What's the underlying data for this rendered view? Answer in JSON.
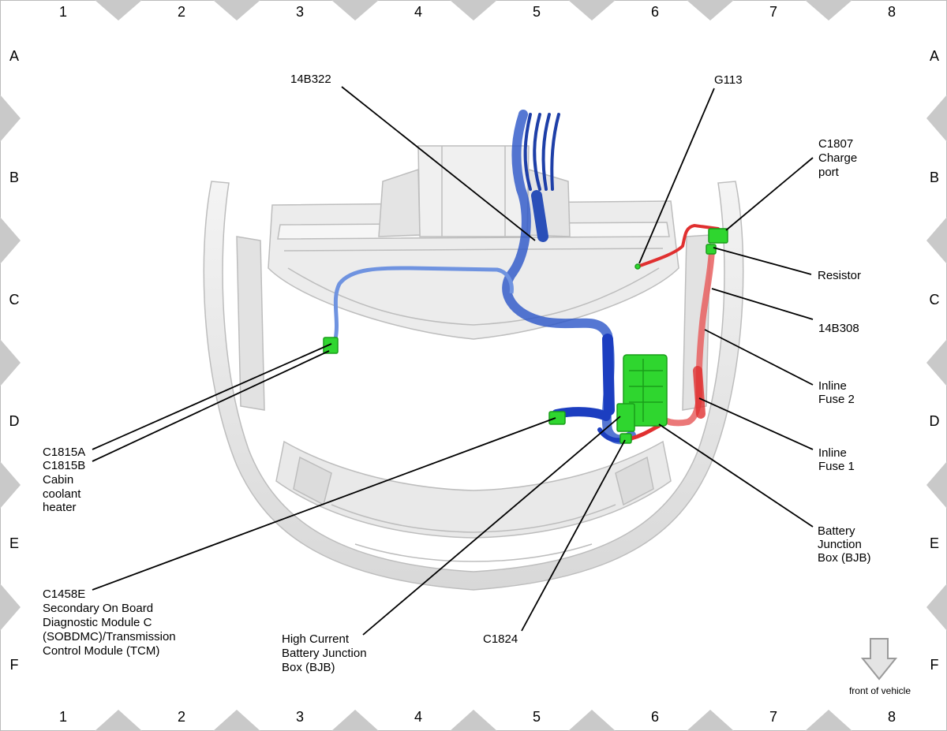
{
  "grid": {
    "columns": [
      "1",
      "2",
      "3",
      "4",
      "5",
      "6",
      "7",
      "8"
    ],
    "rows": [
      "A",
      "B",
      "C",
      "D",
      "E",
      "F"
    ]
  },
  "callouts": {
    "c14b322": "14B322",
    "g113": "G113",
    "c1807": [
      "C1807",
      "Charge",
      "port"
    ],
    "resistor": "Resistor",
    "c14b308": "14B308",
    "inline_fuse_2": [
      "Inline",
      "Fuse 2"
    ],
    "inline_fuse_1": [
      "Inline",
      "Fuse 1"
    ],
    "bjb": [
      "Battery",
      "Junction",
      "Box (BJB)"
    ],
    "c1824": "C1824",
    "hcbjb": [
      "High Current",
      "Battery Junction",
      "Box (BJB)"
    ],
    "c1458e": [
      "C1458E",
      "Secondary On Board",
      "Diagnostic Module C",
      "(SOBDMC)/Transmission",
      "Control Module (TCM)"
    ],
    "c1815": [
      "C1815A",
      "C1815B",
      "Cabin",
      "coolant",
      "heater"
    ]
  },
  "orientation": {
    "label": "front of vehicle"
  },
  "colors": {
    "harness_blue": "#2a55c8",
    "harness_light_blue": "#6f93e0",
    "harness_red": "#e03030",
    "connector_green": "#2fd62f",
    "body_gray": "#e6e6e6",
    "tick_gray": "#c8c8c8"
  }
}
